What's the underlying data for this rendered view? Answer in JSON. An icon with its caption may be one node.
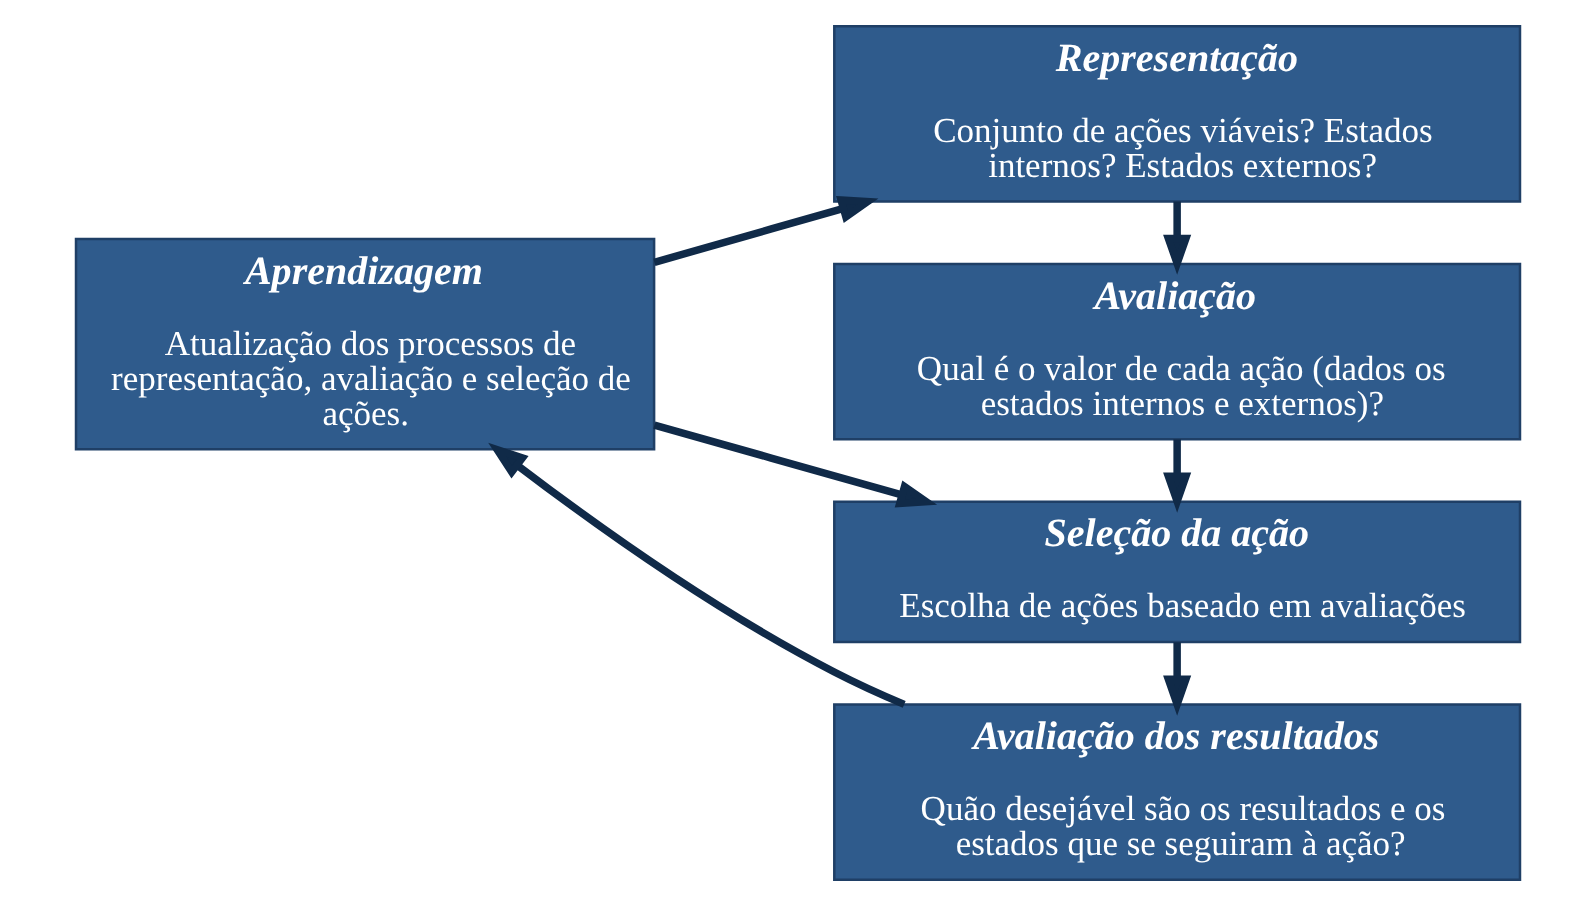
{
  "diagram": {
    "nodes": [
      {
        "text": [
          "Aprendizagem",
          "Atualização dos processos de representação, avaliação e seleção de ações."
        ]
      },
      {
        "text": [
          "Representação",
          "Conjunto de ações viáveis? Estados internos? Estados externos?"
        ]
      },
      {
        "text": [
          "Avaliação",
          "Qual é o valor de cada ação (dados os estados internos e externos)?"
        ]
      },
      {
        "text": [
          "Seleção da ação",
          "Escolha de ações baseado em avaliações"
        ]
      },
      {
        "text": [
          "Avaliação dos resultados",
          "Quão desejável são os resultados e os estados que se seguiram à ação?"
        ]
      }
    ],
    "edges": [
      {
        "from": 0,
        "to": 1,
        "arrow": "to"
      },
      {
        "from": 0,
        "to": 3,
        "arrow": "to"
      },
      {
        "from": 1,
        "to": 2,
        "arrow": "to"
      },
      {
        "from": 2,
        "to": 3,
        "arrow": "to"
      },
      {
        "from": 3,
        "to": 4,
        "arrow": "to"
      },
      {
        "from": 4,
        "to": 0,
        "arrow": "to"
      }
    ]
  }
}
